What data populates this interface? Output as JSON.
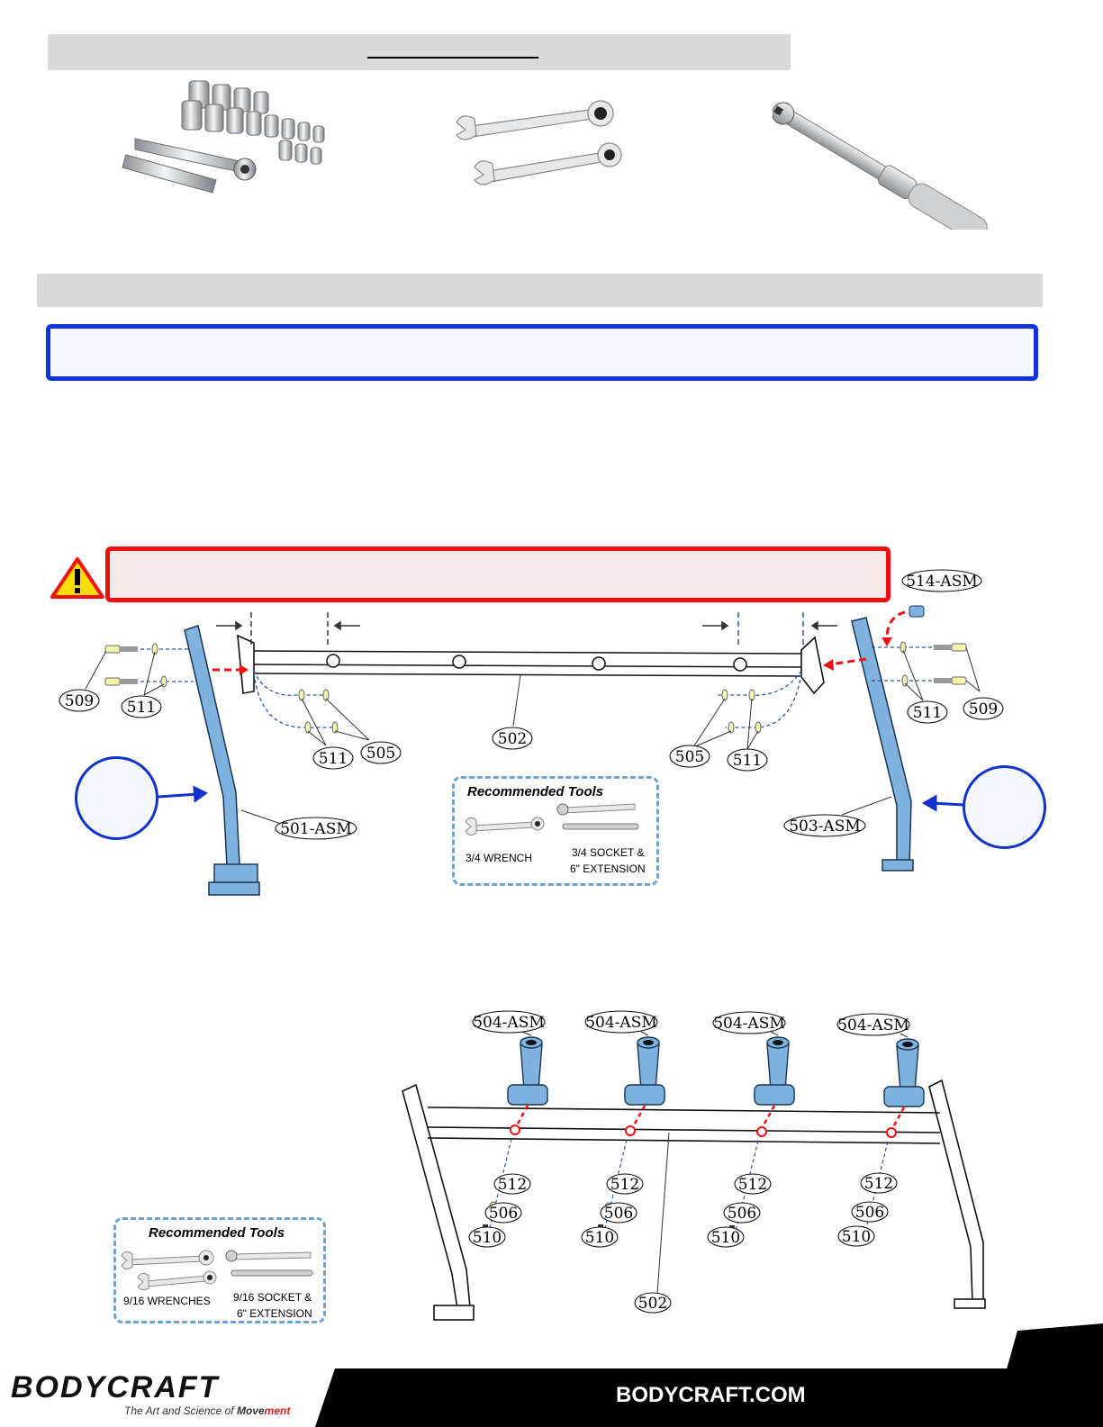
{
  "callouts": {
    "c514": "514-ASM",
    "c509": "509",
    "c511": "511",
    "c505": "505",
    "c502": "502",
    "c501": "501-ASM",
    "c503": "503-ASM",
    "c504": "504-ASM",
    "c512": "512",
    "c506": "506",
    "c510": "510"
  },
  "recommended_tools_1": {
    "title": "Recommended Tools",
    "wrench": "3/4 WRENCH",
    "socket_line1": "3/4 SOCKET &",
    "socket_line2": "6\" EXTENSION"
  },
  "recommended_tools_2": {
    "title": "Recommended Tools",
    "wrench": "9/16 WRENCHES",
    "socket_line1": "9/16 SOCKET &",
    "socket_line2": "6\" EXTENSION"
  },
  "footer": {
    "brand": "BODYCRAFT",
    "tagline_prefix": "The Art and Science of ",
    "tagline_emph": "Move",
    "tagline_suffix": "ment",
    "site": "BODYCRAFT.COM"
  },
  "colors": {
    "note_border": "#1133dd",
    "warning_border": "#ee1111",
    "part_blue": "#7fb2df",
    "tools_dash": "#6ea3d3"
  },
  "icons": [
    "warning-triangle-icon",
    "socket-set-image",
    "combination-wrench-image",
    "torque-wrench-image"
  ]
}
